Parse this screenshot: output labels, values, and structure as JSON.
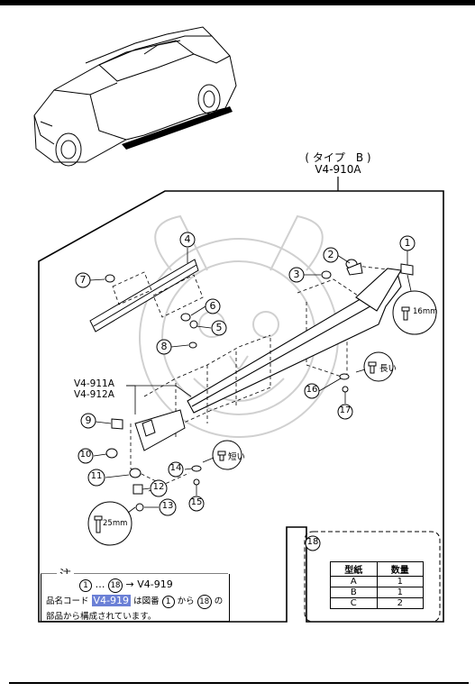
{
  "header": {
    "type_label": "( タイプ　B )",
    "assembly_number": "V4-910A"
  },
  "parts": {
    "p1": "1",
    "p2": "2",
    "p3": "3",
    "p4": "4",
    "p5": "5",
    "p6": "6",
    "p7": "7",
    "p8": "8",
    "p9": "9",
    "p10": "10",
    "p11": "11",
    "p12": "12",
    "p13": "13",
    "p14": "14",
    "p15": "15",
    "p16": "16",
    "p17": "17",
    "p18": "18"
  },
  "sub_assemblies": {
    "left": "V4-911A",
    "right": "V4-912A"
  },
  "callouts": {
    "bolt_16": "16mm",
    "bolt_25": "25mm",
    "long": "長い",
    "short": "短い"
  },
  "note": {
    "title": "注",
    "range_from": "1",
    "range_ellipsis": "…",
    "range_to": "18",
    "range_arrow": "→ V4-919",
    "line2_prefix": "品名コード",
    "line2_code": "V4-919",
    "line2_mid": "は図番",
    "line2_from": "1",
    "line2_kara": "から",
    "line2_to": "18",
    "line2_suffix": "の",
    "line3": "部品から構成されています。"
  },
  "spec_table": {
    "ref": "18",
    "headers": [
      "型紙",
      "数量"
    ],
    "rows": [
      [
        "A",
        "1"
      ],
      [
        "B",
        "1"
      ],
      [
        "C",
        "2"
      ]
    ]
  },
  "colors": {
    "ink": "#000000",
    "highlight": "#6b80d6",
    "watermark": "#cfcfcf"
  }
}
